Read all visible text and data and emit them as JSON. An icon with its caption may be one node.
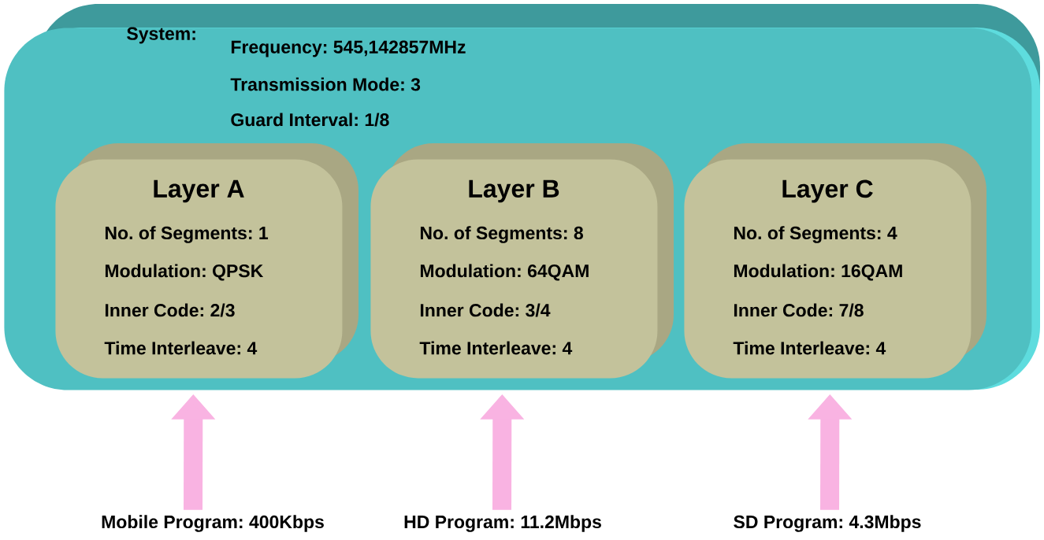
{
  "diagram": {
    "nodes": [
      {
        "text": [
          "System:",
          "Frequency: 545,142857MHz",
          "Transmission Mode: 3",
          "Guard Interval: 1/8"
        ]
      },
      {
        "text": [
          "Layer A",
          "No. of Segments: 1",
          "Modulation: QPSK",
          "Inner Code: 2/3",
          "Time Interleave: 4"
        ],
        "in": 0
      },
      {
        "text": [
          "Layer B",
          "No. of Segments: 8",
          "Modulation: 64QAM",
          "Inner Code: 3/4",
          "Time Interleave: 4"
        ],
        "in": 0
      },
      {
        "text": [
          "Layer C",
          "No. of Segments: 4",
          "Modulation: 16QAM",
          "Inner Code: 7/8",
          "Time Interleave: 4"
        ],
        "in": 0
      },
      {
        "text": [
          "Mobile Program: 400Kbps"
        ]
      },
      {
        "text": [
          "HD Program: 11.2Mbps"
        ]
      },
      {
        "text": [
          "SD Program: 4.3Mbps"
        ]
      }
    ],
    "edges": [
      {
        "from": 4,
        "to": 1,
        "arrow": "to"
      },
      {
        "from": 5,
        "to": 2,
        "arrow": "to"
      },
      {
        "from": 6,
        "to": 3,
        "arrow": "to"
      }
    ]
  }
}
